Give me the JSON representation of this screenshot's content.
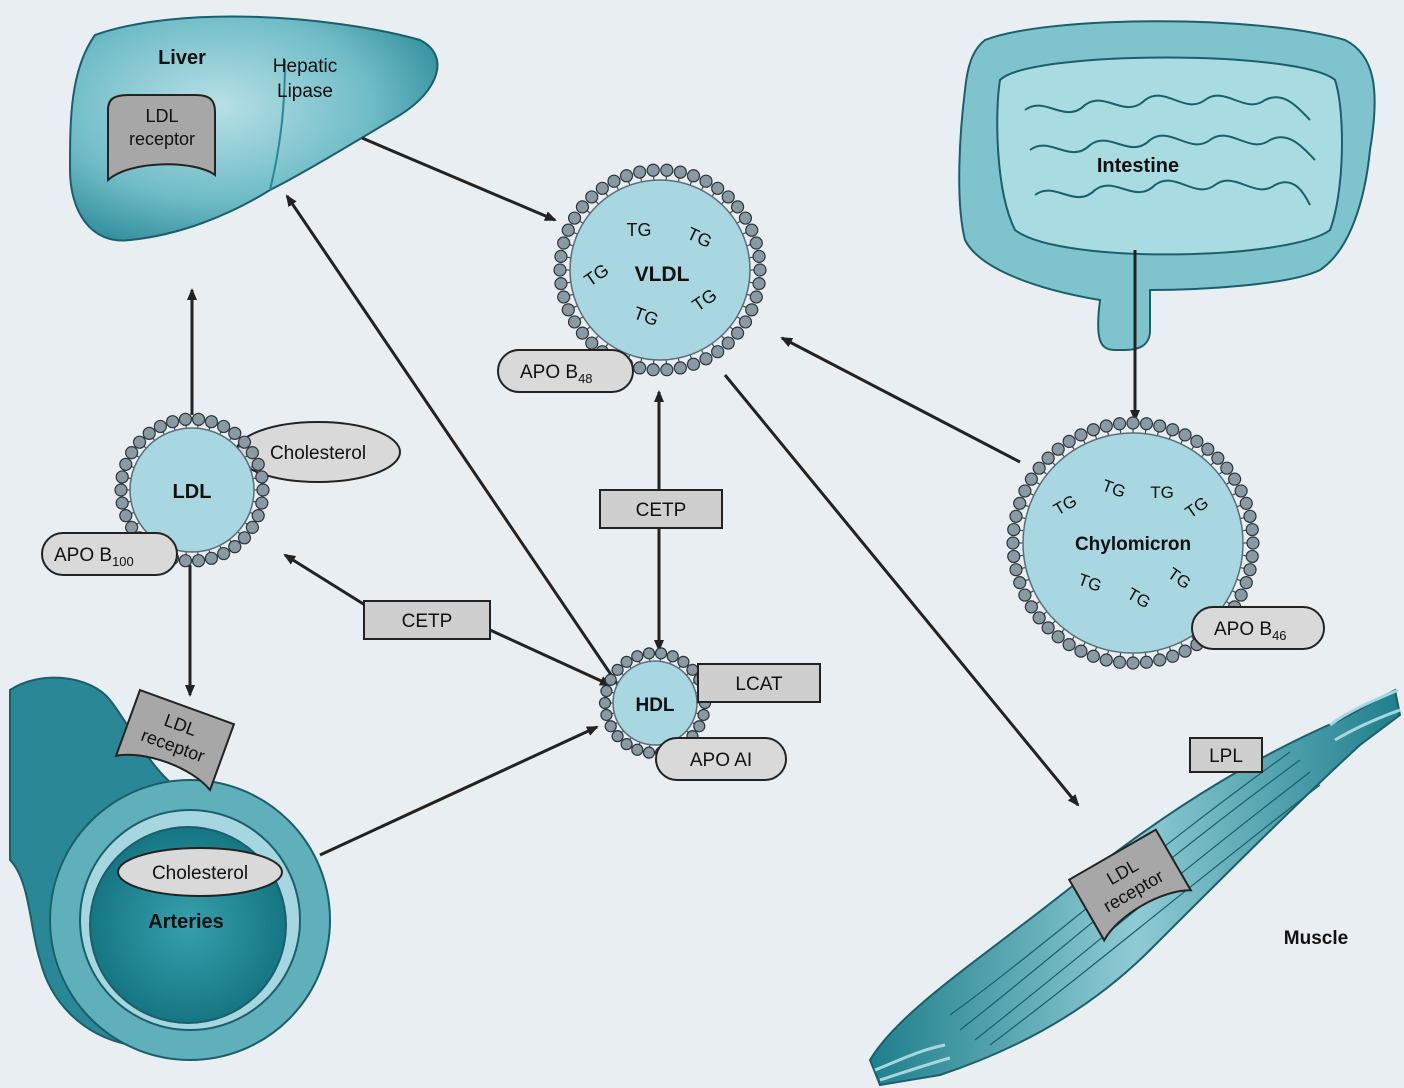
{
  "labels": {
    "liver": "Liver",
    "hepatic_lipase_1": "Hepatic",
    "hepatic_lipase_2": "Lipase",
    "ldl_receptor_1": "LDL",
    "ldl_receptor_2": "receptor",
    "intestine": "Intestine",
    "vldl": "VLDL",
    "tg": "TG",
    "apo_b48_main": "APO B",
    "apo_b48_sub": "48",
    "cholesterol": "Cholesterol",
    "ldl": "LDL",
    "apo_b100_main": "APO B",
    "apo_b100_sub": "100",
    "cetp": "CETP",
    "hdl": "HDL",
    "lcat": "LCAT",
    "apo_ai": "APO AI",
    "chylomicron": "Chylomicron",
    "apo_b46_main": "APO B",
    "apo_b46_sub": "46",
    "lpl": "LPL",
    "arteries": "Arteries",
    "muscle": "Muscle"
  },
  "colors": {
    "teal_dark": "#1e7f8c",
    "teal_mid": "#5fb0bb",
    "teal_light": "#a6d6df",
    "lipoprotein_fill": "#a8d7e2",
    "bead": "#8a9aa2",
    "background": "#e9eef3"
  }
}
